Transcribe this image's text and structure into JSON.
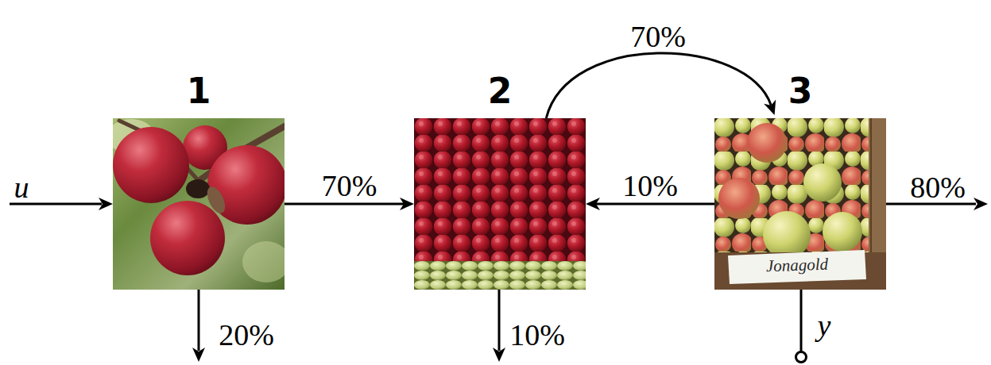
{
  "diagram": {
    "nodes": [
      {
        "text": [
          "1"
        ]
      },
      {
        "text": [
          "2"
        ]
      },
      {
        "text": [
          "3"
        ]
      }
    ],
    "edges": [
      {
        "from": 0,
        "to": 1,
        "arrow": "to",
        "label": "70%"
      },
      {
        "from": 1,
        "to": 2,
        "arrow": "to",
        "label": "70%"
      },
      {
        "from": 2,
        "to": 1,
        "arrow": "to",
        "label": "10%"
      }
    ],
    "labels": [
      "u",
      "20%",
      "10%",
      "80%",
      "y",
      "Jonagold"
    ]
  }
}
